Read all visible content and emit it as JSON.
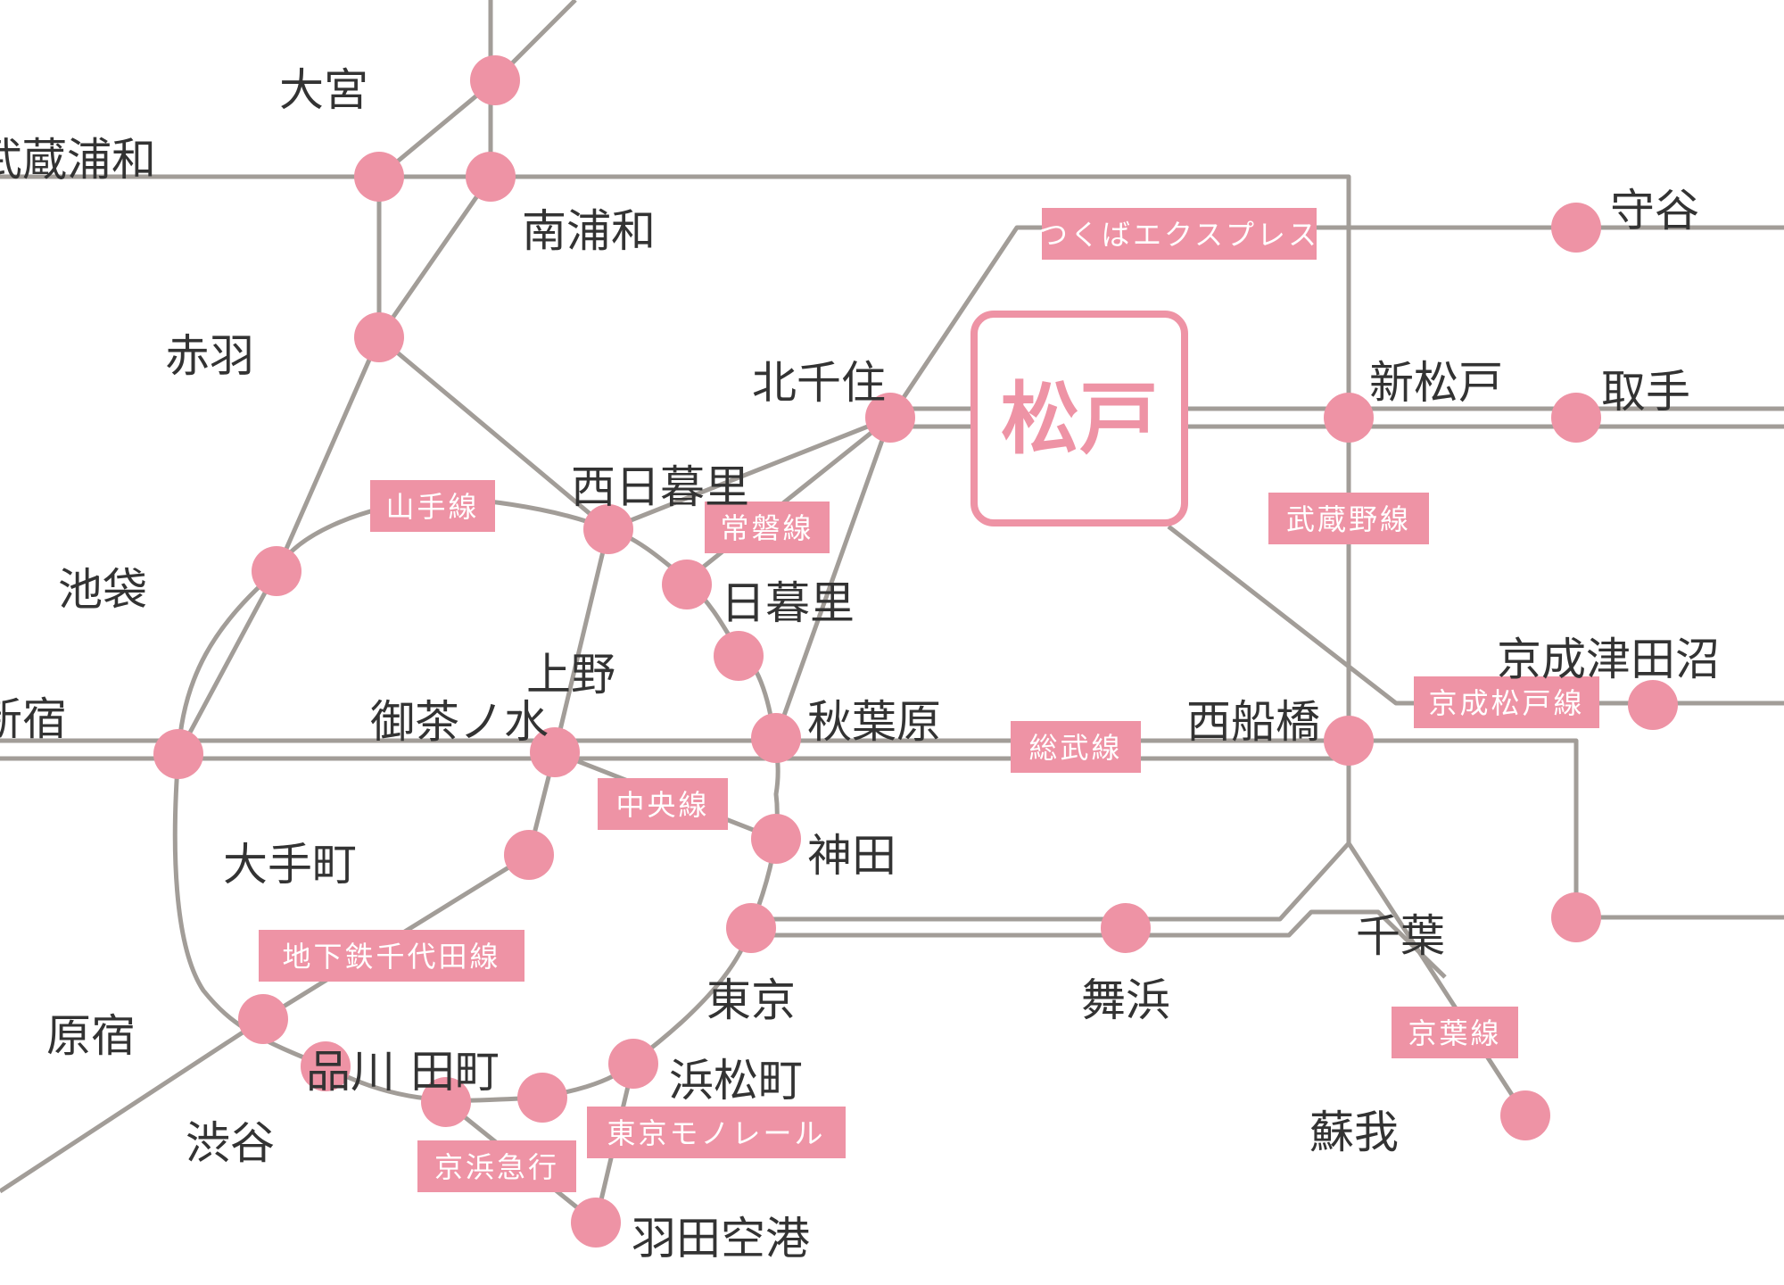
{
  "colors": {
    "accent": "#ee93a5",
    "line": "#a29d98",
    "text": "#333333",
    "background": "#ffffff"
  },
  "highlight": {
    "label": "松戸"
  },
  "stations": [
    {
      "id": "omiya",
      "name": "大宮"
    },
    {
      "id": "musashi-urawa",
      "name": "武蔵浦和"
    },
    {
      "id": "minami-urawa",
      "name": "南浦和"
    },
    {
      "id": "akabane",
      "name": "赤羽"
    },
    {
      "id": "ikebukuro",
      "name": "池袋"
    },
    {
      "id": "shinjuku",
      "name": "新宿"
    },
    {
      "id": "harajuku",
      "name": "原宿"
    },
    {
      "id": "shibuya",
      "name": "渋谷"
    },
    {
      "id": "shinagawa",
      "name": "品川"
    },
    {
      "id": "tamachi",
      "name": "田町"
    },
    {
      "id": "hamamatsucho",
      "name": "浜松町"
    },
    {
      "id": "haneda-airport",
      "name": "羽田空港"
    },
    {
      "id": "tokyo",
      "name": "東京"
    },
    {
      "id": "kanda",
      "name": "神田"
    },
    {
      "id": "akihabara",
      "name": "秋葉原"
    },
    {
      "id": "ueno",
      "name": "上野"
    },
    {
      "id": "nippori",
      "name": "日暮里"
    },
    {
      "id": "nishi-nippori",
      "name": "西日暮里"
    },
    {
      "id": "kita-senju",
      "name": "北千住"
    },
    {
      "id": "ochanomizu",
      "name": "御茶ノ水"
    },
    {
      "id": "otemachi",
      "name": "大手町"
    },
    {
      "id": "maihama",
      "name": "舞浜"
    },
    {
      "id": "shin-matsudo",
      "name": "新松戸"
    },
    {
      "id": "toride",
      "name": "取手"
    },
    {
      "id": "moriya",
      "name": "守谷"
    },
    {
      "id": "nishi-funabashi",
      "name": "西船橋"
    },
    {
      "id": "keisei-tsudanuma",
      "name": "京成津田沼"
    },
    {
      "id": "chiba",
      "name": "千葉"
    },
    {
      "id": "soga",
      "name": "蘇我"
    }
  ],
  "lines": [
    {
      "id": "yamanote",
      "name": "山手線"
    },
    {
      "id": "joban",
      "name": "常磐線"
    },
    {
      "id": "chuo",
      "name": "中央線"
    },
    {
      "id": "sobu",
      "name": "総武線"
    },
    {
      "id": "chiyoda",
      "name": "地下鉄千代田線"
    },
    {
      "id": "keikyu",
      "name": "京浜急行"
    },
    {
      "id": "monorail",
      "name": "東京モノレール"
    },
    {
      "id": "tsukuba-express",
      "name": "つくばエクスプレス"
    },
    {
      "id": "musashino",
      "name": "武蔵野線"
    },
    {
      "id": "keisei-matsudo",
      "name": "京成松戸線"
    },
    {
      "id": "keiyo",
      "name": "京葉線"
    }
  ]
}
